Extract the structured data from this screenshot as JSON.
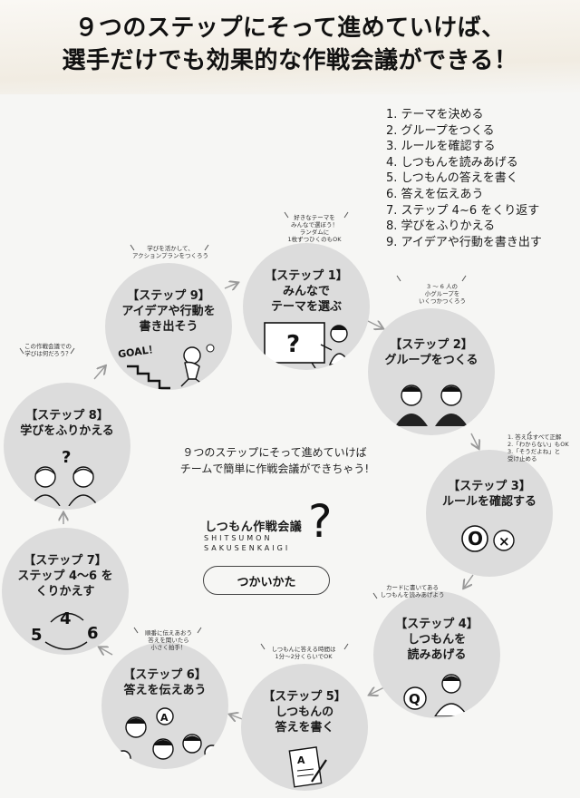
{
  "title": {
    "line1": "９つのステップにそって進めていけば、",
    "line2": "選手だけでも効果的な作戦会議ができる！"
  },
  "steps_list": [
    "1. テーマを決める",
    "2. グループをつくる",
    "3. ルールを確認する",
    "4. しつもんを読みあげる",
    "5. しつもんの答えを書く",
    "6. 答えを伝えあう",
    "7. ステップ 4~6 をくり返す",
    "8. 学びをふりかえる",
    "9. アイデアや行動を書き出す"
  ],
  "steps": {
    "s1": {
      "head1": "【ステップ 1】",
      "head2": "みんなで",
      "head3": "テーマを選ぶ",
      "note1": "好きなテーマを",
      "note2": "みんなで選ぼう！",
      "note3": "ランダムに",
      "note4": "1枚ずつひくのもOK"
    },
    "s2": {
      "head1": "【ステップ 2】",
      "head2": "グループをつくる",
      "note1": "3 ～ 6 人の",
      "note2": "小グループを",
      "note3": "いくつかつくろう"
    },
    "s3": {
      "head1": "【ステップ 3】",
      "head2": "ルールを確認する",
      "note1": "1. 答えはすべて正解",
      "note2": "2.「わからない」もOK",
      "note3": "3.「そうだよね」と",
      "note4": "受け止める"
    },
    "s4": {
      "head1": "【ステップ 4】",
      "head2": "しつもんを",
      "head3": "読みあげる",
      "note1": "カードに書いてある",
      "note2": "しつもんを読みあげよう"
    },
    "s5": {
      "head1": "【ステップ 5】",
      "head2": "しつもんの",
      "head3": "答えを書く",
      "note1": "しつもんに答える時間は",
      "note2": "1分～2分くらいでOK"
    },
    "s6": {
      "head1": "【ステップ 6】",
      "head2": "答えを伝えあう",
      "note1": "順番に伝えあおう",
      "note2": "答えを聞いたら",
      "note3": "小さく拍手！"
    },
    "s7": {
      "head1": "【ステップ 7】",
      "head2": "ステップ 4～6 を",
      "head3": "くりかえす",
      "num4": "4",
      "num5": "5",
      "num6": "6"
    },
    "s8": {
      "head1": "【ステップ 8】",
      "head2": "学びをふりかえる",
      "note1": "この作戦会議での",
      "note2": "学びは何だろう？"
    },
    "s9": {
      "head1": "【ステップ 9】",
      "head2": "アイデアや行動を",
      "head3": "書き出そう",
      "note1": "学びを活かして、",
      "note2": "アクションプランをつくろう",
      "goal": "GOAL！"
    }
  },
  "center": {
    "line1": "９つのステップにそって進めていけば",
    "line2": "チームで簡単に作戦会議ができちゃう!"
  },
  "logo": {
    "title": "しつもん作戦会議",
    "roman1": "SHITSUMON",
    "roman2": "SAKUSENKAIGI",
    "question_mark": "?"
  },
  "howto_button": "つかいかた",
  "glyphs": {
    "question": "?",
    "o": "O",
    "x": "×",
    "q": "Q",
    "a": "A",
    "small_a": "a"
  },
  "colors": {
    "circle": "#dcdcdc",
    "background": "#f6f6f4",
    "ink": "#1a1a1a"
  }
}
